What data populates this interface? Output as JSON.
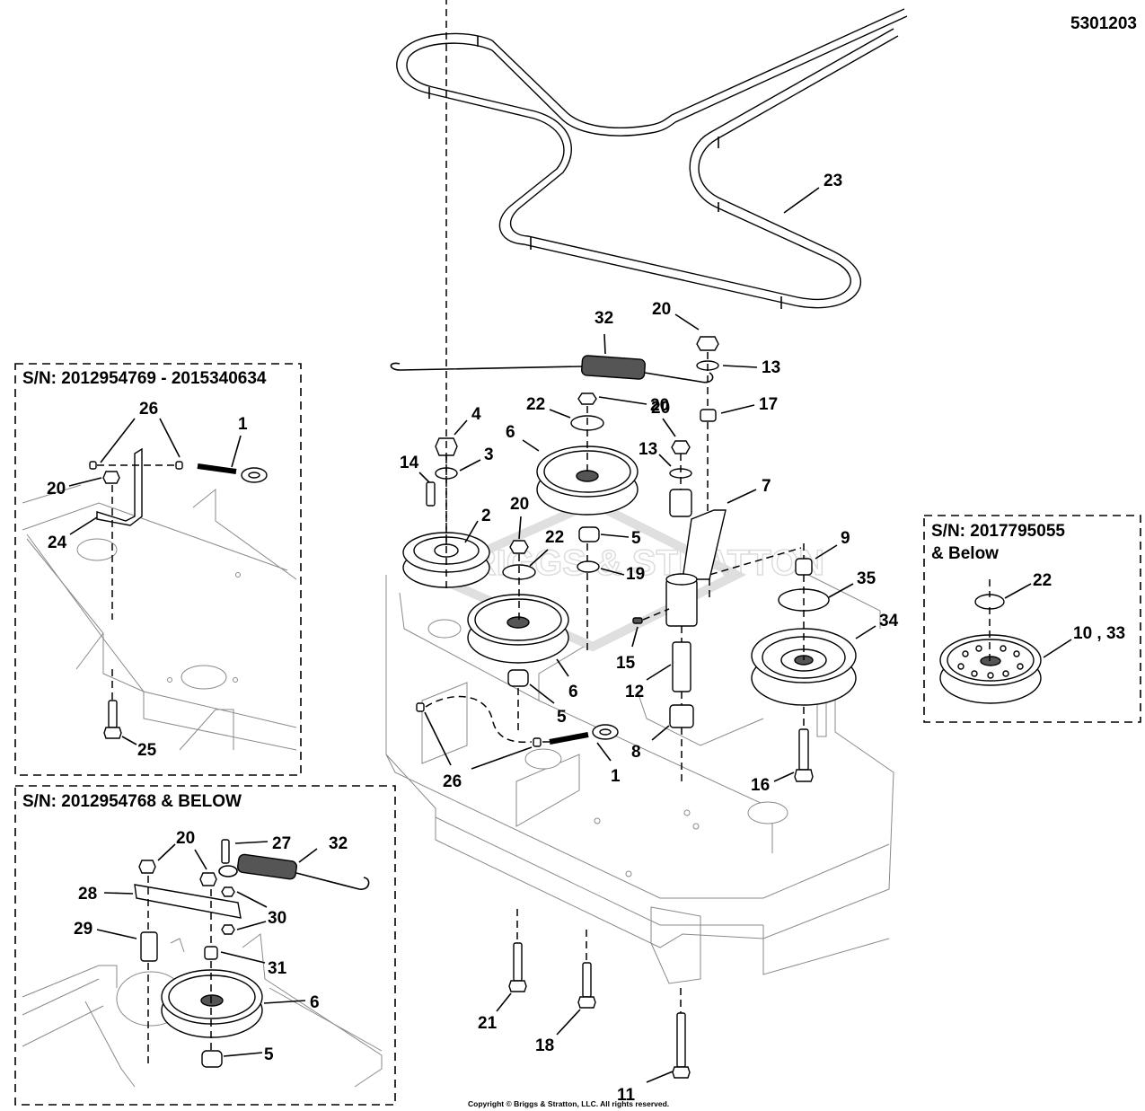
{
  "document_number": "5301203",
  "copyright": "Copyright © Briggs & Stratton, LLC. All rights reserved.",
  "watermark": "BRIGGS & STRATTON",
  "insets": [
    {
      "id": "inset-a",
      "title": "S/N: 2012954769 - 2015340634",
      "callouts": [
        "26",
        "1",
        "20",
        "24",
        "25"
      ]
    },
    {
      "id": "inset-b",
      "title": "S/N: 2012954768 & BELOW",
      "callouts": [
        "20",
        "27",
        "32",
        "28",
        "30",
        "29",
        "31",
        "6",
        "5"
      ]
    },
    {
      "id": "inset-c",
      "title_line1": "S/N: 2017795055",
      "title_line2": "& Below",
      "callouts": [
        "22",
        "10 , 33"
      ]
    }
  ],
  "callouts": {
    "belt": "23",
    "spring_top": "32",
    "nut_top": "20",
    "washer_top": "13",
    "spacer_top": "17",
    "nut_pulley6": "20",
    "washer_pulley6": "22",
    "pulley6_top": "6",
    "nut_idler": "20",
    "washer_idler": "13",
    "nut_4": "4",
    "washer_3": "3",
    "key_14": "14",
    "pulley_2": "2",
    "nut_mid": "20",
    "washer_mid": "22",
    "spacer_5": "5",
    "washer_19": "19",
    "arm_7": "7",
    "spacer_9": "9",
    "cover_35": "35",
    "pulley_34": "34",
    "zerk_15": "15",
    "pulley6_mid": "6",
    "spacer_5b": "5",
    "sleeve_12": "12",
    "bushing_8": "8",
    "eyebolt_1": "1",
    "nut_26": "26",
    "bolt_16": "16",
    "bolt_21": "21",
    "bolt_18": "18",
    "bolt_11": "11"
  },
  "inset_a_labels": {
    "l26": "26",
    "l1": "1",
    "l20": "20",
    "l24": "24",
    "l25": "25"
  },
  "inset_b_labels": {
    "l20": "20",
    "l27": "27",
    "l32": "32",
    "l28": "28",
    "l30": "30",
    "l29": "29",
    "l31": "31",
    "l6": "6",
    "l5": "5"
  },
  "inset_c_labels": {
    "l22": "22",
    "l1033": "10 , 33"
  }
}
